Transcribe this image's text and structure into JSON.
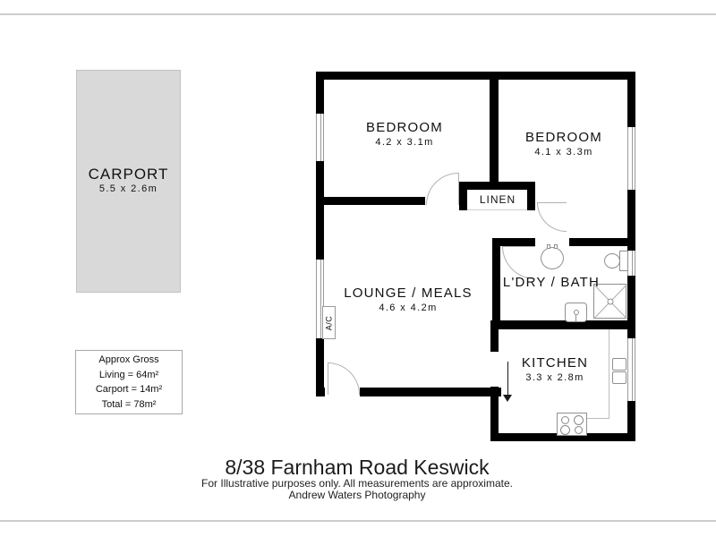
{
  "floorplan": {
    "address": "8/38 Farnham Road Keswick",
    "disclaimer": "For Illustrative purposes only.  All measurements are approximate.",
    "credit": "Andrew Waters Photography",
    "carport": {
      "name": "CARPORT",
      "dims": "5.5 x 2.6m"
    },
    "summary": {
      "heading": "Approx Gross",
      "living": "Living = 64m²",
      "carport": "Carport = 14m²",
      "total": "Total = 78m²"
    },
    "rooms": {
      "bedroom1": {
        "name": "BEDROOM",
        "dims": "4.2 x 3.1m"
      },
      "bedroom2": {
        "name": "BEDROOM",
        "dims": "4.1 x 3.3m"
      },
      "linen": {
        "name": "LINEN"
      },
      "lounge": {
        "name": "LOUNGE / MEALS",
        "dims": "4.6 x 4.2m"
      },
      "bath": {
        "name": "L'DRY / BATH"
      },
      "kitchen": {
        "name": "KITCHEN",
        "dims": "3.3 x 2.8m"
      }
    },
    "ac_label": "A/C",
    "colors": {
      "wall": "#000000",
      "carport_fill": "#d9d9d9",
      "fixture_line": "#8f8f8f",
      "rule": "#cccccc"
    }
  }
}
